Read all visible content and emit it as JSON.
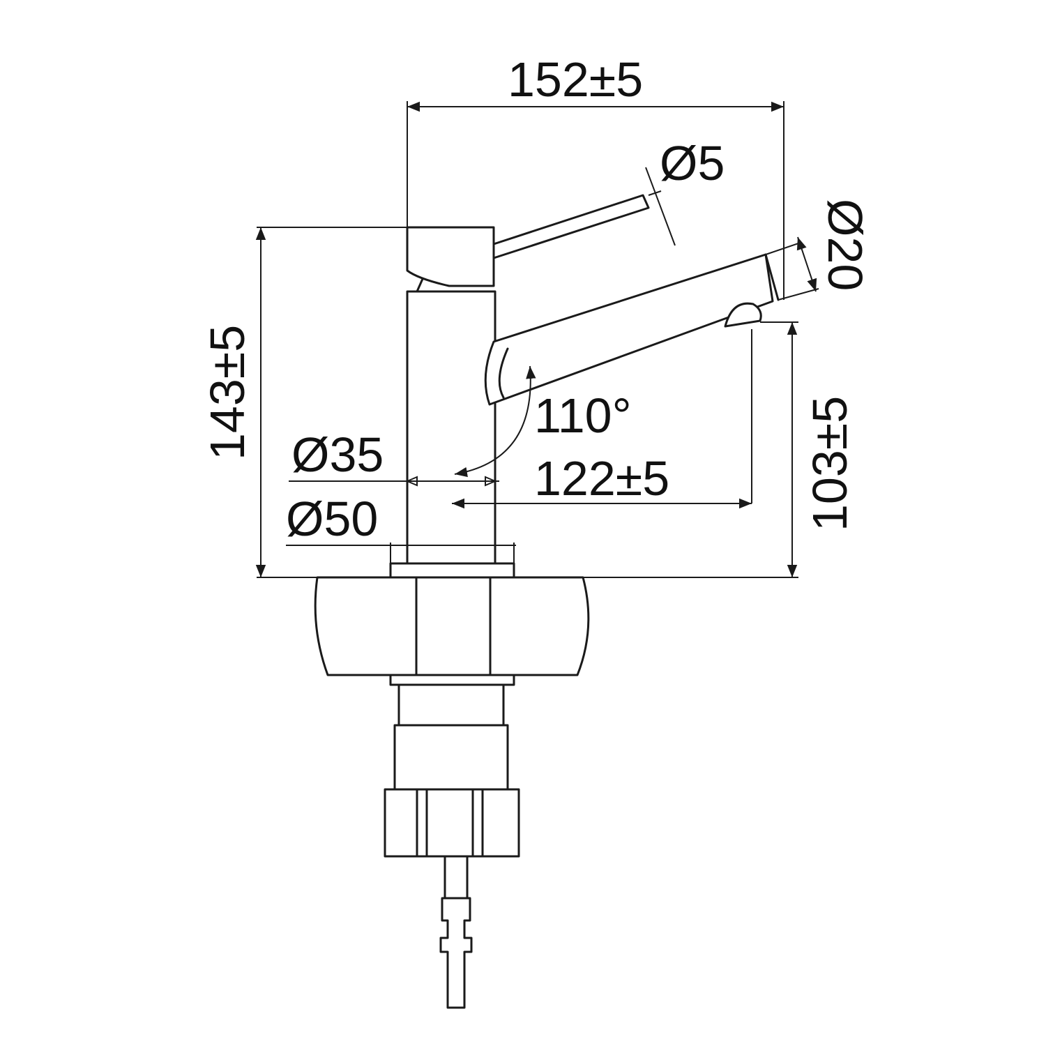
{
  "colors": {
    "line": "#1a1a1a",
    "background": "#ffffff",
    "hatch": "#333333"
  },
  "dimensions": {
    "overall_width": "152±5",
    "lever_diameter": "Ø5",
    "spout_diameter": "Ø20",
    "overall_height": "143±5",
    "spout_height": "103±5",
    "swivel_angle": "110°",
    "body_diameter": "Ø35",
    "spout_reach": "122±5",
    "base_diameter": "Ø50"
  }
}
